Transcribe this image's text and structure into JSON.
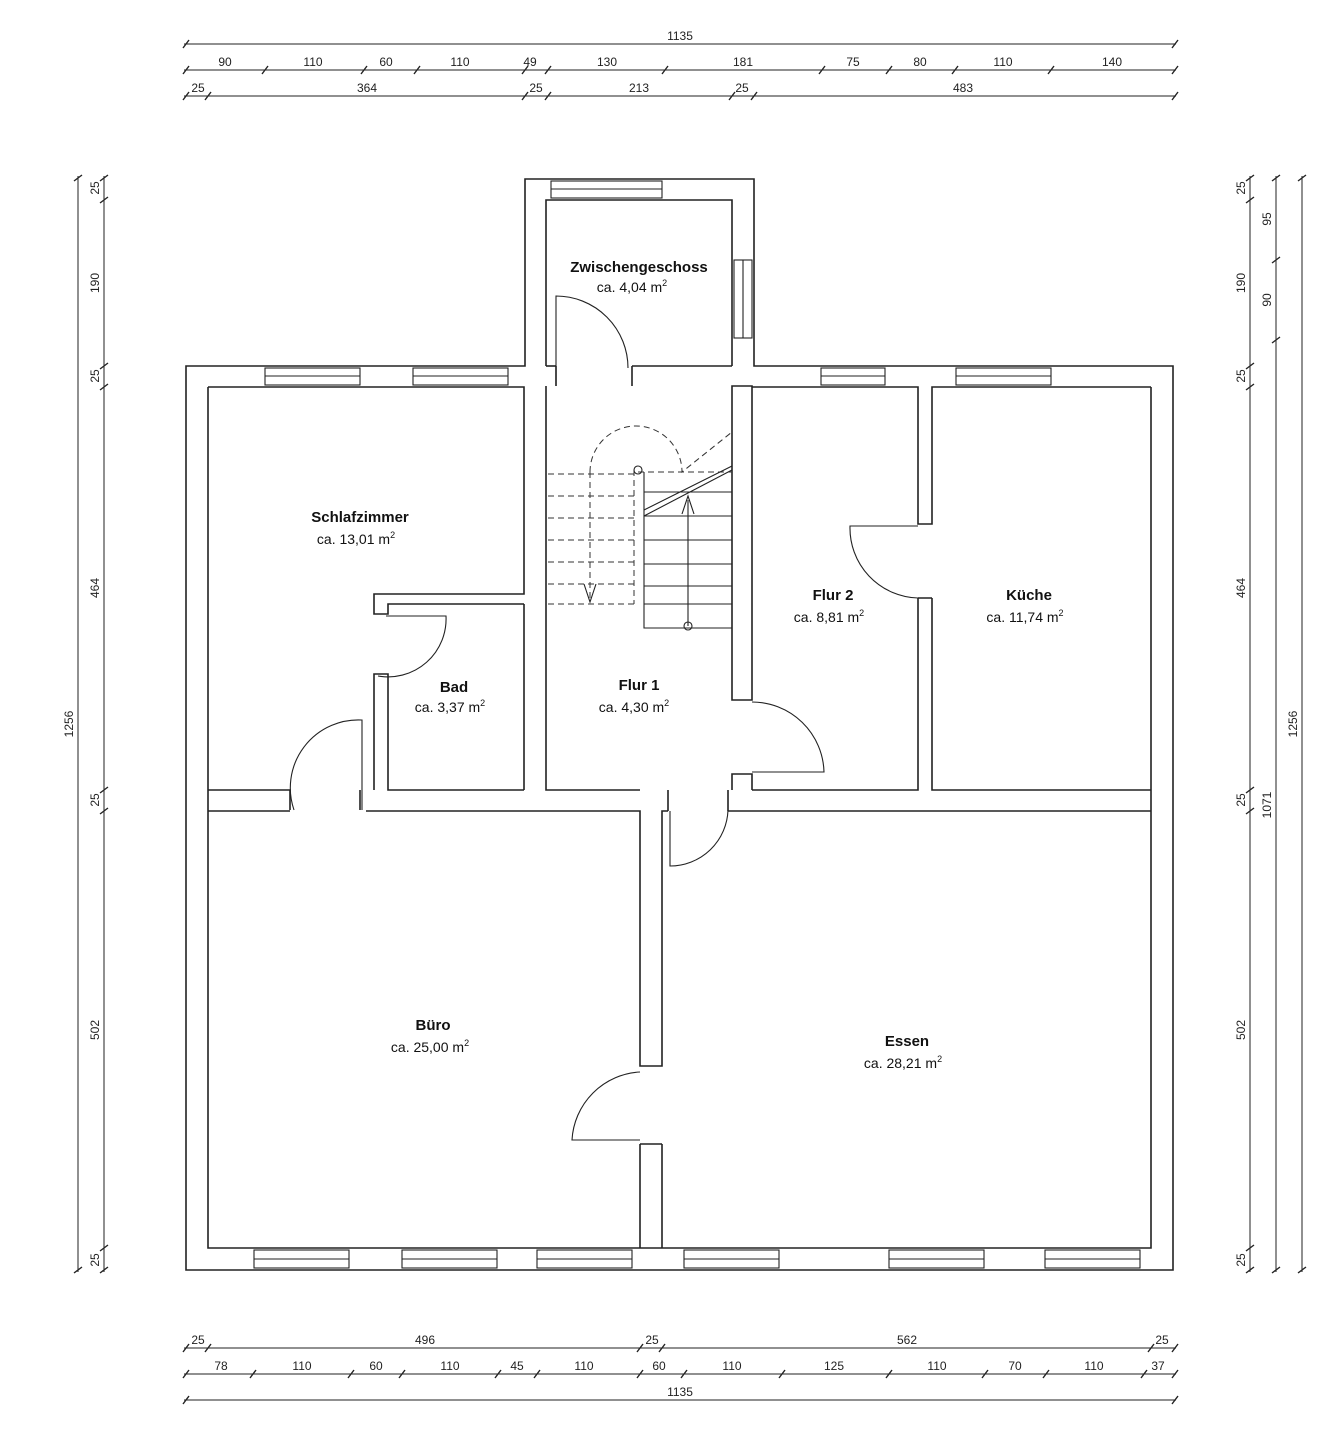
{
  "rooms": [
    {
      "id": "zwischengeschoss",
      "name": "Zwischengeschoss",
      "area": "ca. 4,04 m",
      "unit_sup": "2"
    },
    {
      "id": "schlafzimmer",
      "name": "Schlafzimmer",
      "area": "ca. 13,01 m",
      "unit_sup": "2"
    },
    {
      "id": "bad",
      "name": "Bad",
      "area": "ca. 3,37 m",
      "unit_sup": "2"
    },
    {
      "id": "flur1",
      "name": "Flur 1",
      "area": "ca. 4,30 m",
      "unit_sup": "2"
    },
    {
      "id": "flur2",
      "name": "Flur 2",
      "area": "ca. 8,81 m",
      "unit_sup": "2"
    },
    {
      "id": "kueche",
      "name": "Küche",
      "area": "ca. 11,74 m",
      "unit_sup": "2"
    },
    {
      "id": "buero",
      "name": "Büro",
      "area": "ca. 25,00 m",
      "unit_sup": "2"
    },
    {
      "id": "essen",
      "name": "Essen",
      "area": "ca. 28,21 m",
      "unit_sup": "2"
    }
  ],
  "dims": {
    "top_total": [
      "1135"
    ],
    "top_row2": [
      "90",
      "110",
      "60",
      "110",
      "49",
      "130",
      "181",
      "75",
      "80",
      "110",
      "140"
    ],
    "top_row3": [
      "25",
      "364",
      "25",
      "213",
      "25",
      "483"
    ],
    "bottom_row1": [
      "25",
      "496",
      "25",
      "562",
      "25"
    ],
    "bottom_row2": [
      "78",
      "110",
      "60",
      "110",
      "45",
      "110",
      "60",
      "110",
      "125",
      "110",
      "70",
      "110",
      "37"
    ],
    "bottom_total": [
      "1135"
    ],
    "left_inner": [
      "25",
      "190",
      "25",
      "464",
      "25",
      "502",
      "25"
    ],
    "left_total": [
      "1256"
    ],
    "right_inner": [
      "25",
      "190",
      "25",
      "464",
      "25",
      "502",
      "25"
    ],
    "right_mid": [
      "95",
      "90",
      "1071"
    ],
    "right_total": [
      "1256"
    ]
  }
}
